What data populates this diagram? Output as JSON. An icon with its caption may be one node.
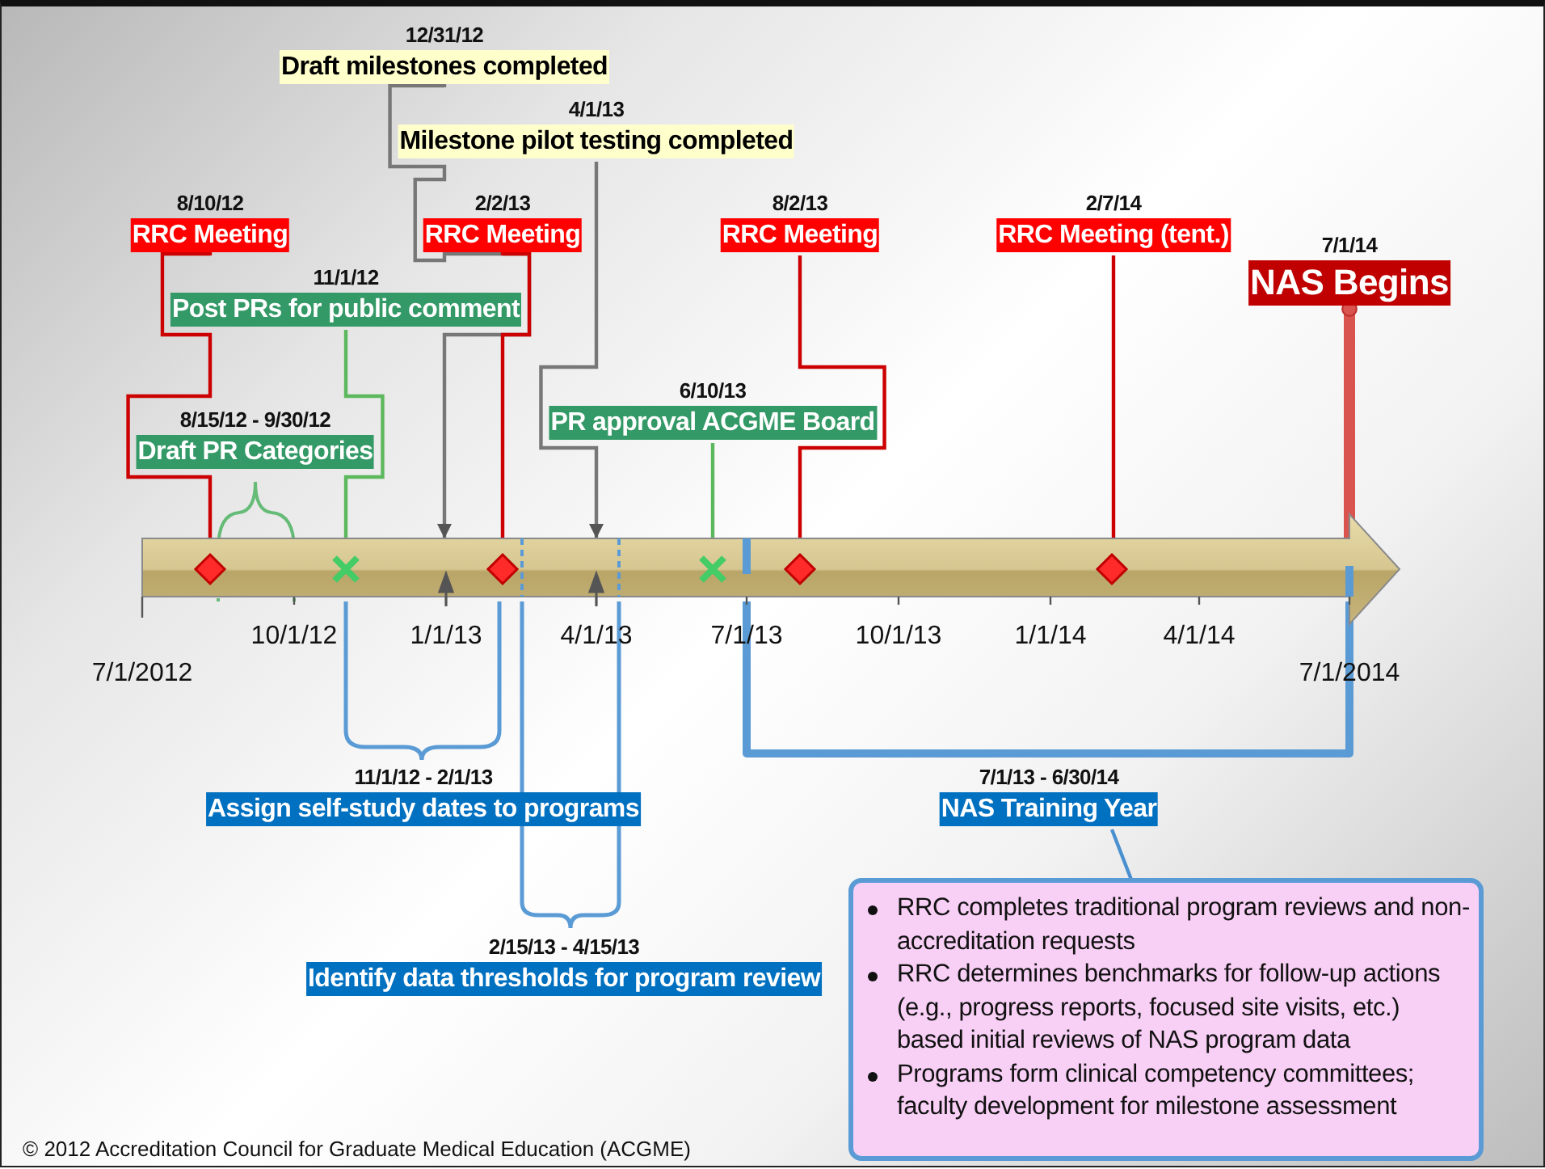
{
  "diagram": {
    "nodes": [
      {
        "text": [
          "12/31/12",
          "Draft milestones completed"
        ]
      },
      {
        "text": [
          "4/1/13",
          "Milestone pilot testing completed"
        ]
      },
      {
        "text": [
          "8/10/12",
          "RRC Meeting"
        ]
      },
      {
        "text": [
          "2/2/13",
          "RRC Meeting"
        ]
      },
      {
        "text": [
          "8/2/13",
          "RRC Meeting"
        ]
      },
      {
        "text": [
          "2/7/14",
          "RRC Meeting (tent.)"
        ]
      },
      {
        "text": [
          "7/1/14",
          "NAS Begins"
        ]
      },
      {
        "text": [
          "11/1/12",
          "Post PRs for public comment"
        ]
      },
      {
        "text": [
          "6/10/13",
          "PR approval ACGME Board"
        ]
      },
      {
        "text": [
          "8/15/12 - 9/30/12",
          "Draft PR Categories"
        ]
      },
      {
        "text": [],
        "shape": "bar"
      },
      {
        "text": [],
        "shape": "diamond",
        "in": 10
      },
      {
        "text": [],
        "shape": "diamond",
        "in": 10
      },
      {
        "text": [],
        "shape": "diamond",
        "in": 10
      },
      {
        "text": [],
        "shape": "diamond",
        "in": 10
      },
      {
        "text": [],
        "shape": "cross",
        "in": 10
      },
      {
        "text": [],
        "shape": "cross",
        "in": 10
      },
      {
        "text": [
          "11/1/12 - 2/1/13",
          "Assign self-study dates to programs"
        ]
      },
      {
        "text": [
          "7/1/13 - 6/30/14",
          "NAS Training Year"
        ]
      },
      {
        "text": [
          "2/15/13 - 4/15/13",
          "Identify data thresholds for program review"
        ]
      },
      {
        "text": [
          "RRC completes traditional program reviews and non-accreditation requests",
          "RRC determines benchmarks for follow-up actions (e.g., progress reports, focused site visits, etc.) based initial reviews of NAS program data",
          "Programs form clinical competency committees; faculty development for milestone assessment"
        ]
      }
    ],
    "edges": [
      {
        "from": 0,
        "to": 10,
        "arrow": "to",
        "color": "#777777"
      },
      {
        "from": 1,
        "to": 10,
        "arrow": "to",
        "color": "#777777"
      },
      {
        "from": 2,
        "to": 11,
        "arrow": "none"
      },
      {
        "from": 3,
        "to": 12,
        "arrow": "none"
      },
      {
        "from": 4,
        "to": 13,
        "arrow": "none"
      },
      {
        "from": 5,
        "to": 14,
        "arrow": "none"
      },
      {
        "from": 6,
        "to": 10,
        "arrow": "other",
        "style": "thick",
        "color": "#d9534f"
      },
      {
        "from": 7,
        "to": 15,
        "arrow": "none",
        "color": "#5cb85c"
      },
      {
        "from": 8,
        "to": 16,
        "arrow": "none",
        "color": "#5cb85c"
      },
      {
        "from": 18,
        "to": 20,
        "arrow": "none",
        "color": "#4a90d0"
      }
    ],
    "labels": [
      "10/1/12",
      "1/1/13",
      "4/1/13",
      "7/1/13",
      "10/1/13",
      "1/1/14",
      "4/1/14",
      "7/1/2012",
      "7/1/2014",
      "© 2012 Accreditation Council for Graduate Medical Education (ACGME)"
    ]
  }
}
